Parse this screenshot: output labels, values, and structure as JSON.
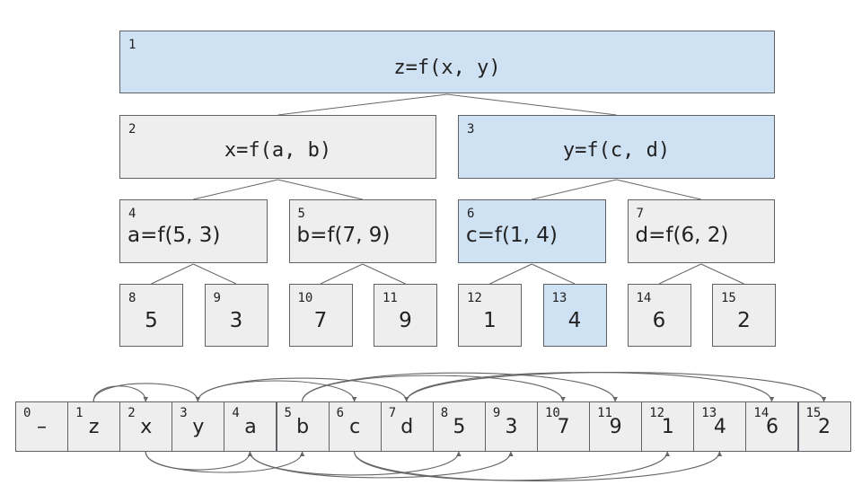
{
  "tree": {
    "nodes": [
      {
        "index": "1",
        "expr": "z=f(x, y)",
        "highlighted": true
      },
      {
        "index": "2",
        "expr": "x=f(a, b)",
        "highlighted": false
      },
      {
        "index": "3",
        "expr": "y=f(c, d)",
        "highlighted": true
      },
      {
        "index": "4",
        "expr": "a=f(5, 3)",
        "highlighted": false
      },
      {
        "index": "5",
        "expr": "b=f(7, 9)",
        "highlighted": false
      },
      {
        "index": "6",
        "expr": "c=f(1, 4)",
        "highlighted": true
      },
      {
        "index": "7",
        "expr": "d=f(6, 2)",
        "highlighted": false
      },
      {
        "index": "8",
        "expr": "5",
        "highlighted": false
      },
      {
        "index": "9",
        "expr": "3",
        "highlighted": false
      },
      {
        "index": "10",
        "expr": "7",
        "highlighted": false
      },
      {
        "index": "11",
        "expr": "9",
        "highlighted": false
      },
      {
        "index": "12",
        "expr": "1",
        "highlighted": false
      },
      {
        "index": "13",
        "expr": "4",
        "highlighted": true
      },
      {
        "index": "14",
        "expr": "6",
        "highlighted": false
      },
      {
        "index": "15",
        "expr": "2",
        "highlighted": false
      }
    ]
  },
  "array": {
    "cells": [
      {
        "index": "0",
        "value": "–"
      },
      {
        "index": "1",
        "value": "z"
      },
      {
        "index": "2",
        "value": "x"
      },
      {
        "index": "3",
        "value": "y"
      },
      {
        "index": "4",
        "value": "a"
      },
      {
        "index": "5",
        "value": "b"
      },
      {
        "index": "6",
        "value": "c"
      },
      {
        "index": "7",
        "value": "d"
      },
      {
        "index": "8",
        "value": "5"
      },
      {
        "index": "9",
        "value": "3"
      },
      {
        "index": "10",
        "value": "7"
      },
      {
        "index": "11",
        "value": "9"
      },
      {
        "index": "12",
        "value": "1"
      },
      {
        "index": "13",
        "value": "4"
      },
      {
        "index": "14",
        "value": "6"
      },
      {
        "index": "15",
        "value": "2"
      }
    ],
    "arrows_above": [
      [
        1,
        2
      ],
      [
        1,
        3
      ],
      [
        3,
        6
      ],
      [
        3,
        7
      ],
      [
        5,
        10
      ],
      [
        5,
        11
      ],
      [
        7,
        14
      ],
      [
        7,
        15
      ]
    ],
    "arrows_below": [
      [
        2,
        4
      ],
      [
        2,
        5
      ],
      [
        4,
        8
      ],
      [
        4,
        9
      ],
      [
        6,
        12
      ],
      [
        6,
        13
      ]
    ]
  },
  "colors": {
    "highlight": "#cfe2f3",
    "default": "#eeeeee",
    "border": "#5f6368",
    "line": "#666666"
  }
}
